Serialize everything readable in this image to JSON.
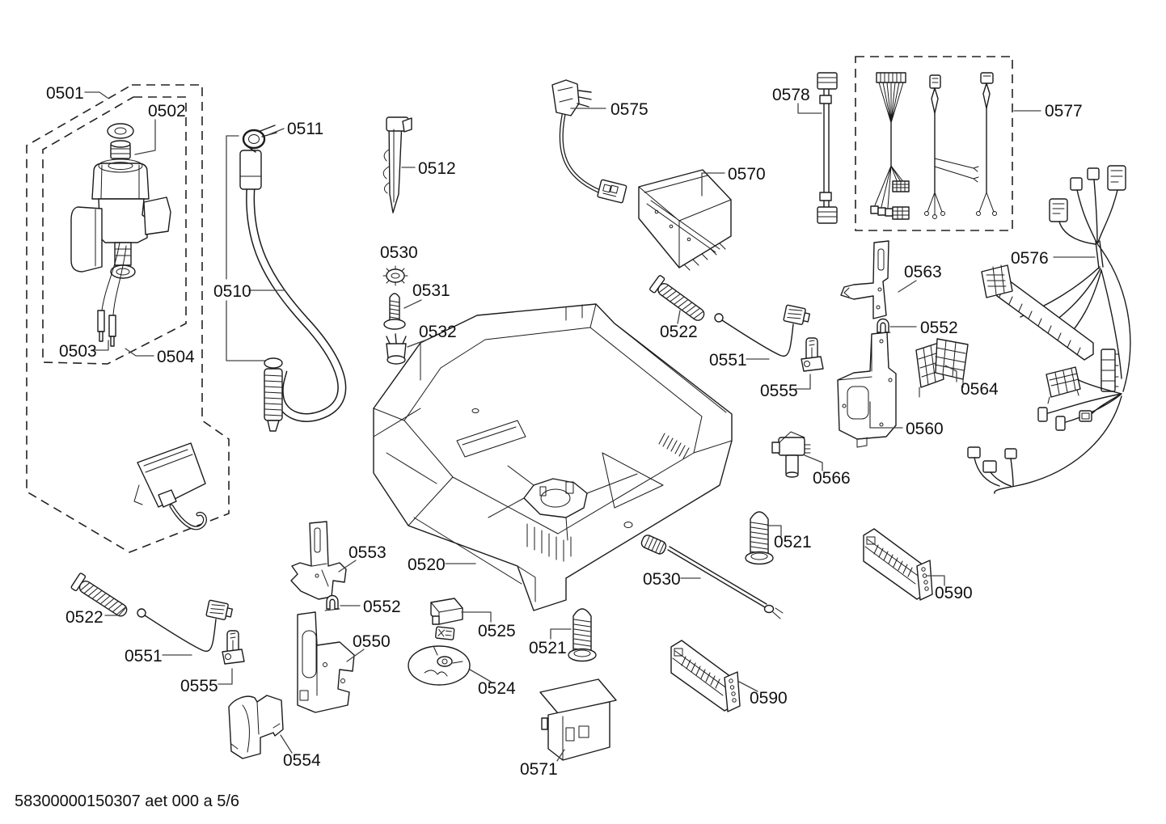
{
  "diagram": {
    "background": "#ffffff",
    "line_color": "#1b1b1b",
    "callouts": [
      {
        "label": "0501",
        "part": "aquastop-inlet-assembly"
      },
      {
        "label": "0502",
        "part": "seal-washer-fitting"
      },
      {
        "label": "0503",
        "part": "terminal-pins"
      },
      {
        "label": "0504",
        "part": "inlet-module"
      },
      {
        "label": "0511",
        "part": "hose-clamp"
      },
      {
        "label": "0510",
        "part": "drain-hose"
      },
      {
        "label": "0512",
        "part": "mounting-blade"
      },
      {
        "label": "0530",
        "part": "toothed-nut"
      },
      {
        "label": "0531",
        "part": "threaded-stud"
      },
      {
        "label": "0532",
        "part": "prong-clip"
      },
      {
        "label": "0575",
        "part": "power-cord"
      },
      {
        "label": "0570",
        "part": "control-module"
      },
      {
        "label": "0578",
        "part": "ribbon-cable"
      },
      {
        "label": "0577",
        "part": "cable-set-box"
      },
      {
        "label": "0576",
        "part": "main-wiring-harness"
      },
      {
        "label": "0563",
        "part": "bracket-right-upper"
      },
      {
        "label": "0552",
        "part": "clip-right"
      },
      {
        "label": "0564",
        "part": "terminal-grid-block"
      },
      {
        "label": "0560",
        "part": "mounting-bracket-right"
      },
      {
        "label": "0566",
        "part": "small-valve"
      },
      {
        "label": "0522",
        "part": "tension-spring-right"
      },
      {
        "label": "0551",
        "part": "bowden-cable-right"
      },
      {
        "label": "0555",
        "part": "latch-right"
      },
      {
        "label": "0520",
        "part": "base-pan"
      },
      {
        "label": "0521",
        "part": "leveling-screw-upper"
      },
      {
        "label": "0530",
        "part": "fill-rod"
      },
      {
        "label": "0590",
        "part": "rail-upper"
      },
      {
        "label": "0522",
        "part": "tension-spring-left"
      },
      {
        "label": "0551",
        "part": "bowden-cable-left"
      },
      {
        "label": "0555",
        "part": "latch-left"
      },
      {
        "label": "0553",
        "part": "bracket-left-upper"
      },
      {
        "label": "0552",
        "part": "clip-left"
      },
      {
        "label": "0550",
        "part": "mounting-bracket-left"
      },
      {
        "label": "0525",
        "part": "interference-capacitor"
      },
      {
        "label": "0524",
        "part": "sound-damping-disc"
      },
      {
        "label": "0521",
        "part": "leveling-screw-lower"
      },
      {
        "label": "0571",
        "part": "float-box"
      },
      {
        "label": "0590",
        "part": "rail-lower"
      },
      {
        "label": "0554",
        "part": "cover-bracket"
      }
    ]
  },
  "footer": {
    "doc_code": "58300000150307 aet 000 a 5/6"
  }
}
